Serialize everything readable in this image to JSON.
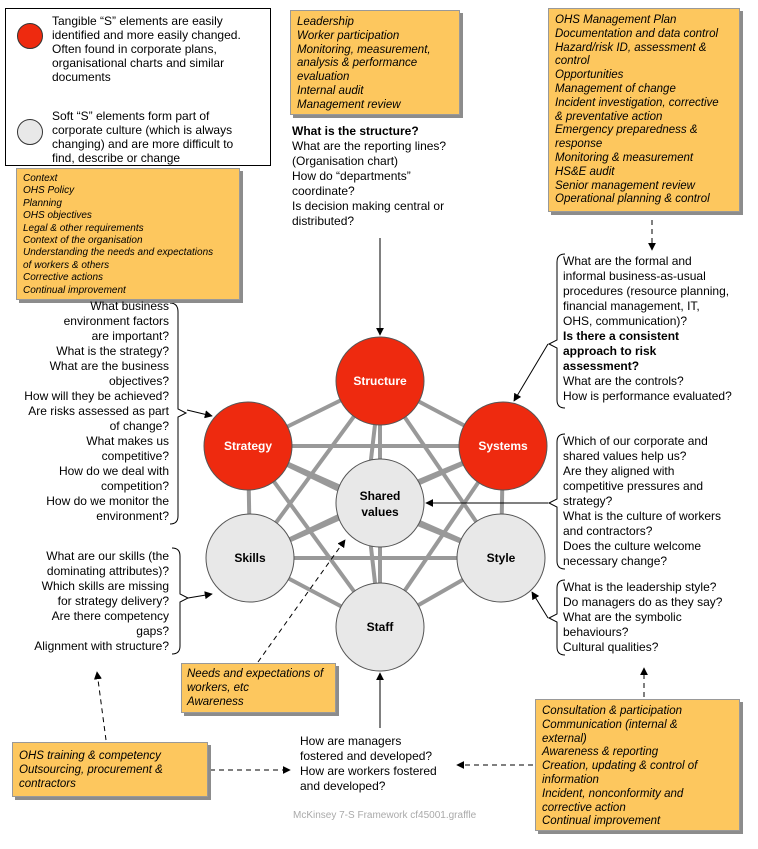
{
  "legend": {
    "tangible_lines": [
      "Tangible “S” elements are easily",
      "identified and more easily changed.",
      "Often found in corporate plans,",
      "organisational charts and similar",
      "documents"
    ],
    "soft_lines": [
      "Soft “S” elements form part of",
      "corporate culture (which is always",
      "changing) and are more difficult to",
      "find, describe or change"
    ]
  },
  "colors": {
    "tangible": "#EE2A0F",
    "soft": "#E8E8E8",
    "note": "#FDC75E",
    "connector": "#999999"
  },
  "nodes": {
    "structure": "Structure",
    "strategy": "Strategy",
    "systems": "Systems",
    "shared_values": [
      "Shared",
      "values"
    ],
    "skills": "Skills",
    "style": "Style",
    "staff": "Staff"
  },
  "notes": {
    "leadership": [
      "Leadership",
      "Worker participation",
      "Monitoring, measurement,",
      "analysis & performance",
      "evaluation",
      "Internal audit",
      "Management review"
    ],
    "ohs_plan": [
      "OHS Management Plan",
      "Documentation and data control",
      "Hazard/risk ID, assessment &",
      "control",
      "Opportunities",
      "Management of change",
      "Incident investigation, corrective",
      "& preventative action",
      "Emergency preparedness &",
      "response",
      "Monitoring & measurement",
      "HS&E audit",
      "Senior management review",
      "Operational planning & control"
    ],
    "context": [
      "Context",
      "OHS Policy",
      "Planning",
      "OHS objectives",
      "Legal & other requirements",
      "Context of the organisation",
      "Understanding the needs and expectations",
      "of workers & others",
      "Corrective actions",
      "Continual improvement"
    ],
    "needs": [
      "Needs and expectations of",
      "workers, etc",
      "Awareness"
    ],
    "training": [
      "OHS training & competency",
      "Outsourcing, procurement &",
      "contractors"
    ],
    "consultation": [
      "Consultation & participation",
      "Communication (internal &",
      "external)",
      "Awareness & reporting",
      "Creation, updating & control of",
      "information",
      "Incident, nonconformity and",
      "corrective action",
      "Continual improvement"
    ]
  },
  "questions": {
    "structure": [
      "What is the structure?",
      "What are the reporting lines?",
      "(Organisation chart)",
      "How do “departments”",
      "coordinate?",
      "Is decision making central or",
      "distributed?"
    ],
    "systems": [
      "What are the formal and",
      "informal business-as-usual",
      "procedures (resource planning,",
      "financial management, IT,",
      "OHS, communication)?",
      "Is there a consistent",
      "approach to risk",
      "assessment?",
      "What are the controls?",
      "How is performance evaluated?"
    ],
    "strategy": [
      "What business",
      "environment factors",
      "are important?",
      "What is the strategy?",
      "What are the business",
      "objectives?",
      "How will they be achieved?",
      "Are risks assessed as part",
      "of change?",
      "What makes us",
      "competitive?",
      "How do we deal with",
      "competition?",
      "How do we monitor the",
      "environment?"
    ],
    "shared_values": [
      "Which of our corporate and",
      "shared values help us?",
      "Are they aligned with",
      "competitive pressures and",
      "strategy?",
      "What is the culture of workers",
      "and contractors?",
      "Does the culture welcome",
      "necessary change?"
    ],
    "skills": [
      "What are our skills (the",
      "dominating attributes)?",
      "Which skills are missing",
      "for strategy delivery?",
      "Are there competency",
      "gaps?",
      "Alignment with structure?"
    ],
    "style": [
      "What is the leadership style?",
      "Do managers do as they say?",
      "What are the symbolic",
      "behaviours?",
      "Cultural qualities?"
    ],
    "staff": [
      "How are managers",
      "fostered and developed?",
      "How are workers fostered",
      "and developed?"
    ]
  },
  "footer": "McKinsey 7-S Framework cf45001.graffle"
}
